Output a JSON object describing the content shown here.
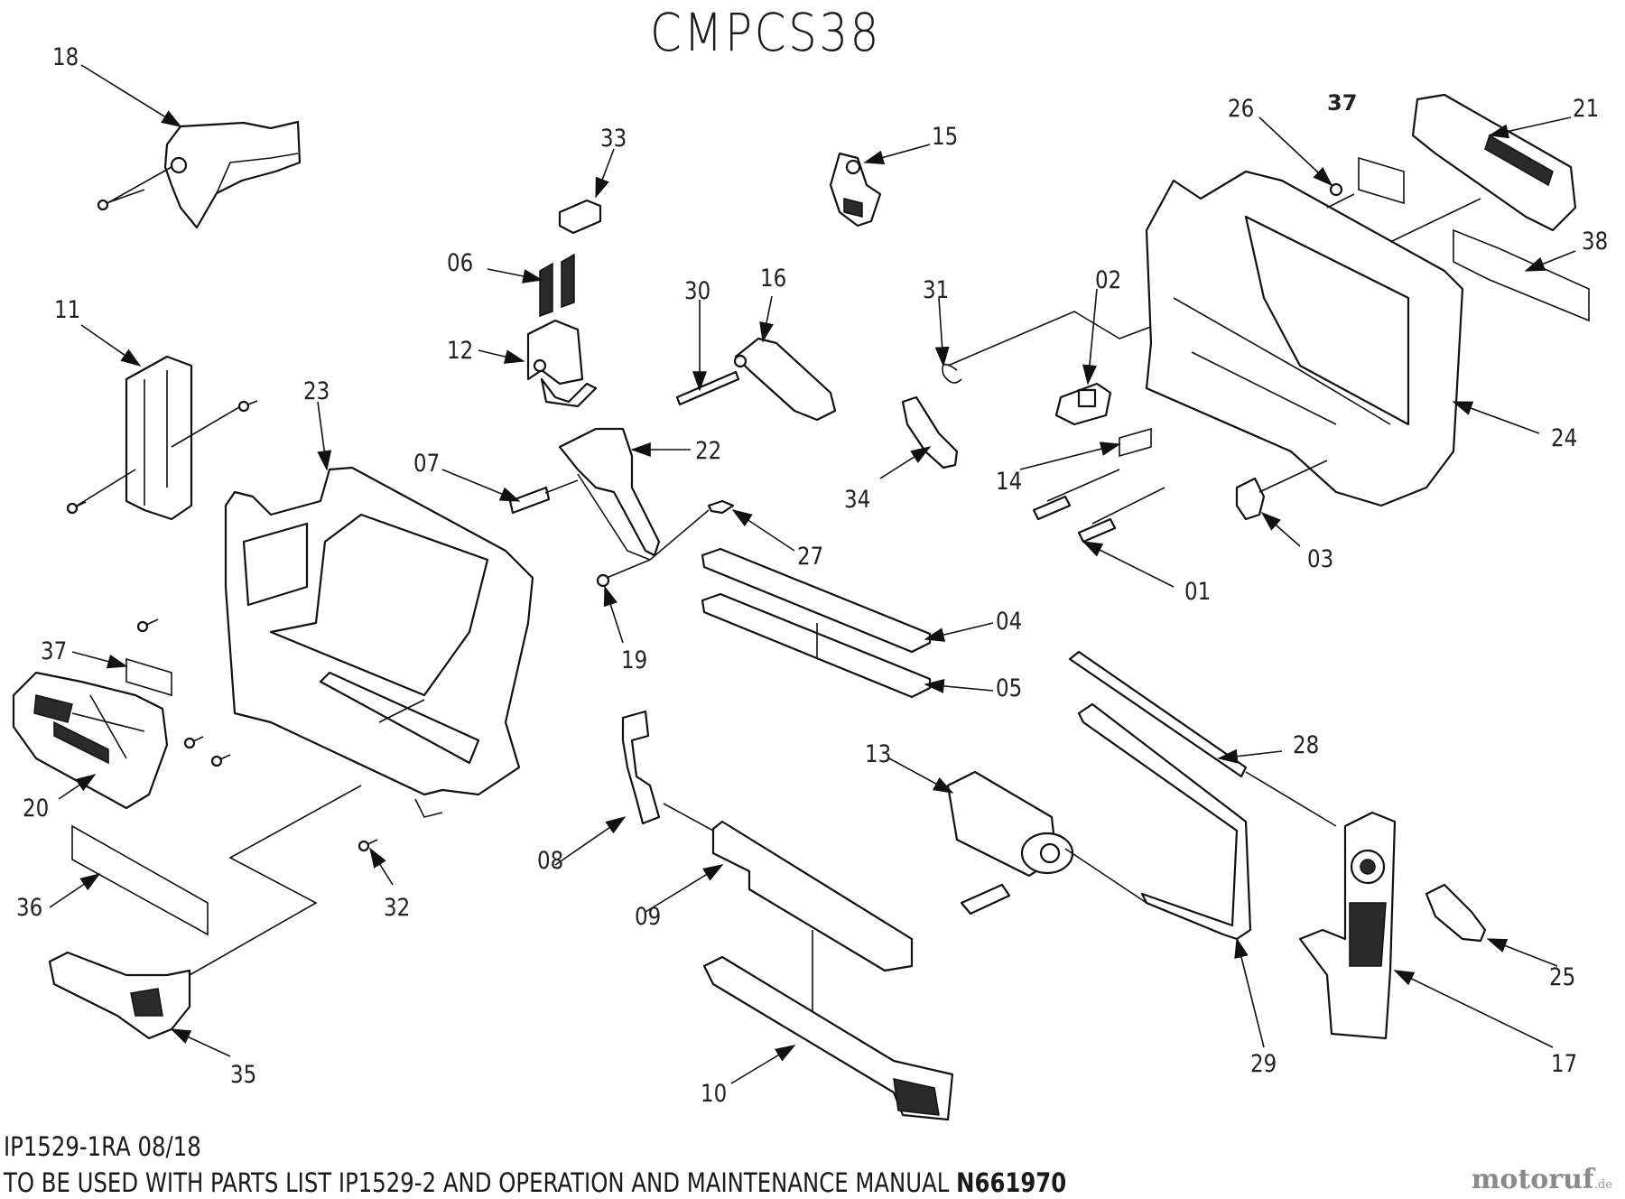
{
  "title": "CMPCS38",
  "callouts": [
    {
      "id": "18",
      "text": "18"
    },
    {
      "id": "33",
      "text": "33"
    },
    {
      "id": "15",
      "text": "15"
    },
    {
      "id": "26",
      "text": "26"
    },
    {
      "id": "37a",
      "text": "37"
    },
    {
      "id": "21",
      "text": "21"
    },
    {
      "id": "38",
      "text": "38"
    },
    {
      "id": "06",
      "text": "06"
    },
    {
      "id": "11",
      "text": "11"
    },
    {
      "id": "30",
      "text": "30"
    },
    {
      "id": "16",
      "text": "16"
    },
    {
      "id": "31",
      "text": "31"
    },
    {
      "id": "02",
      "text": "02"
    },
    {
      "id": "12",
      "text": "12"
    },
    {
      "id": "23",
      "text": "23"
    },
    {
      "id": "07",
      "text": "07"
    },
    {
      "id": "22",
      "text": "22"
    },
    {
      "id": "34",
      "text": "34"
    },
    {
      "id": "14",
      "text": "14"
    },
    {
      "id": "24",
      "text": "24"
    },
    {
      "id": "27",
      "text": "27"
    },
    {
      "id": "03",
      "text": "03"
    },
    {
      "id": "01",
      "text": "01"
    },
    {
      "id": "04",
      "text": "04"
    },
    {
      "id": "37b",
      "text": "37"
    },
    {
      "id": "19",
      "text": "19"
    },
    {
      "id": "05",
      "text": "05"
    },
    {
      "id": "28",
      "text": "28"
    },
    {
      "id": "13",
      "text": "13"
    },
    {
      "id": "20",
      "text": "20"
    },
    {
      "id": "08",
      "text": "08"
    },
    {
      "id": "32",
      "text": "32"
    },
    {
      "id": "36",
      "text": "36"
    },
    {
      "id": "09",
      "text": "09"
    },
    {
      "id": "25",
      "text": "25"
    },
    {
      "id": "35",
      "text": "35"
    },
    {
      "id": "29",
      "text": "29"
    },
    {
      "id": "17",
      "text": "17"
    },
    {
      "id": "10",
      "text": "10"
    }
  ],
  "footer": {
    "line1": "IP1529-1RA 08/18",
    "line2": "TO BE USED WITH PARTS LIST IP1529-2 AND OPERATION AND MAINTENANCE MANUAL",
    "manual_no": "N661970"
  },
  "watermark": {
    "text": "motoruf",
    "suffix": ".de"
  }
}
